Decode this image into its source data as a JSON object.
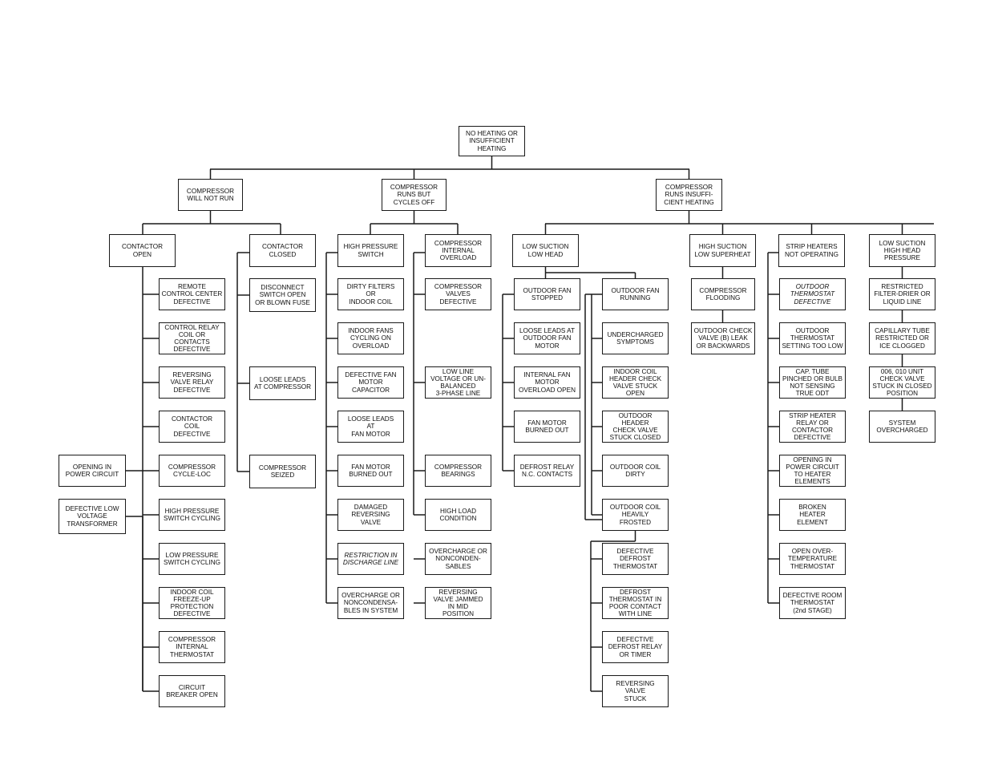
{
  "diagram": {
    "root": "NO HEATING OR\nINSUFFICIENT\nHEATING",
    "level1": {
      "will_not_run": "COMPRESSOR\nWILL NOT RUN",
      "cycles_off": "COMPRESSOR\nRUNS BUT\nCYCLES OFF",
      "insufficient": "COMPRESSOR\nRUNS INSUFFI-\nCIENT HEATING"
    },
    "contactor_open": {
      "label": "CONTACTOR\nOPEN",
      "items": [
        "REMOTE\nCONTROL CENTER\nDEFECTIVE",
        "CONTROL RELAY\nCOIL OR CONTACTS\nDEFECTIVE",
        "REVERSING\nVALVE RELAY\nDEFECTIVE",
        "CONTACTOR\nCOIL\nDEFECTIVE",
        "COMPRESSOR\nCYCLE-LOC",
        "HIGH PRESSURE\nSWITCH CYCLING",
        "LOW PRESSURE\nSWITCH CYCLING",
        "INDOOR COIL\nFREEZE-UP\nPROTECTION\nDEFECTIVE",
        "COMPRESSOR\nINTERNAL\nTHERMOSTAT",
        "CIRCUIT\nBREAKER OPEN"
      ],
      "left_items": [
        "OPENING IN\nPOWER CIRCUIT",
        "DEFECTIVE LOW\nVOLTAGE\nTRANSFORMER"
      ]
    },
    "contactor_closed": {
      "label": "CONTACTOR\nCLOSED",
      "items": [
        "DISCONNECT\nSWITCH OPEN\nOR BLOWN FUSE",
        "LOOSE LEADS\nAT COMPRESSOR",
        "COMPRESSOR\nSEIZED"
      ]
    },
    "high_pressure_switch": {
      "label": "HIGH PRESSURE\nSWITCH",
      "items": [
        "DIRTY FILTERS\nOR\nINDOOR COIL",
        "INDOOR FANS\nCYCLING ON\nOVERLOAD",
        "DEFECTIVE FAN\nMOTOR\nCAPACITOR",
        "LOOSE LEADS\nAT\nFAN MOTOR",
        "FAN MOTOR\nBURNED OUT",
        "DAMAGED\nREVERSING\nVALVE",
        "RESTRICTION IN\nDISCHARGE LINE",
        "OVERCHARGE OR\nNONCONDENSA-\nBLES IN SYSTEM"
      ]
    },
    "internal_overload": {
      "label": "COMPRESSOR\nINTERNAL\nOVERLOAD",
      "items": [
        "COMPRESSOR\nVALVES\nDEFECTIVE",
        "LOW LINE\nVOLTAGE OR UN-\nBALANCED\n3-PHASE LINE",
        "COMPRESSOR\nBEARINGS",
        "HIGH LOAD\nCONDITION",
        "OVERCHARGE OR\nNONCONDEN-\nSABLES",
        "REVERSING\nVALVE JAMMED\nIN MID\nPOSITION"
      ]
    },
    "low_suction_low_head": {
      "label": "LOW SUCTION\nLOW HEAD",
      "fan_stopped": {
        "label": "OUTDOOR FAN\nSTOPPED",
        "items": [
          "LOOSE LEADS AT\nOUTDOOR FAN\nMOTOR",
          "INTERNAL FAN\nMOTOR\nOVERLOAD OPEN",
          "FAN MOTOR\nBURNED OUT",
          "DEFROST RELAY\nN.C. CONTACTS"
        ]
      },
      "fan_running": {
        "label": "OUTDOOR FAN\nRUNNING",
        "items": [
          "UNDERCHARGED\nSYMPTOMS",
          "INDOOR COIL\nHEADER CHECK\nVALVE STUCK\nOPEN",
          "OUTDOOR HEADER\nCHECK VALVE\nSTUCK CLOSED",
          "OUTDOOR COIL\nDIRTY",
          "OUTDOOR COIL\nHEAVILY\nFROSTED"
        ],
        "frosted_items": [
          "DEFECTIVE\nDEFROST\nTHERMOSTAT",
          "DEFROST\nTHERMOSTAT IN\nPOOR CONTACT\nWITH LINE",
          "DEFECTIVE\nDEFROST RELAY\nOR TIMER",
          "REVERSING\nVALVE\nSTUCK"
        ]
      }
    },
    "high_suction_low_superheat": {
      "label": "HIGH SUCTION\nLOW SUPERHEAT",
      "items": [
        "COMPRESSOR\nFLOODING",
        "OUTDOOR CHECK\nVALVE (B) LEAK\nOR BACKWARDS"
      ]
    },
    "strip_heaters": {
      "label": "STRIP HEATERS\nNOT OPERATING",
      "items": [
        "OUTDOOR\nTHERMOSTAT\nDEFECTIVE",
        "OUTDOOR\nTHERMOSTAT\nSETTING TOO LOW",
        "CAP. TUBE\nPINCHED OR BULB\nNOT SENSING\nTRUE ODT",
        "STRIP HEATER\nRELAY OR\nCONTACTOR\nDEFECTIVE",
        "OPENING IN\nPOWER CIRCUIT\nTO HEATER\nELEMENTS",
        "BROKEN\nHEATER\nELEMENT",
        "OPEN OVER-\nTEMPERATURE\nTHERMOSTAT",
        "DEFECTIVE ROOM\nTHERMOSTAT\n(2nd STAGE)"
      ]
    },
    "low_suction_high_head": {
      "label": "LOW SUCTION\nHIGH HEAD\nPRESSURE",
      "items": [
        "RESTRICTED\nFILTER-DRIER OR\nLIQUID LINE",
        "CAPILLARY TUBE\nRESTRICTED OR\nICE CLOGGED",
        "006, 010 UNIT\nCHECK VALVE\nSTUCK IN CLOSED\nPOSITION",
        "SYSTEM\nOVERCHARGED"
      ]
    }
  }
}
